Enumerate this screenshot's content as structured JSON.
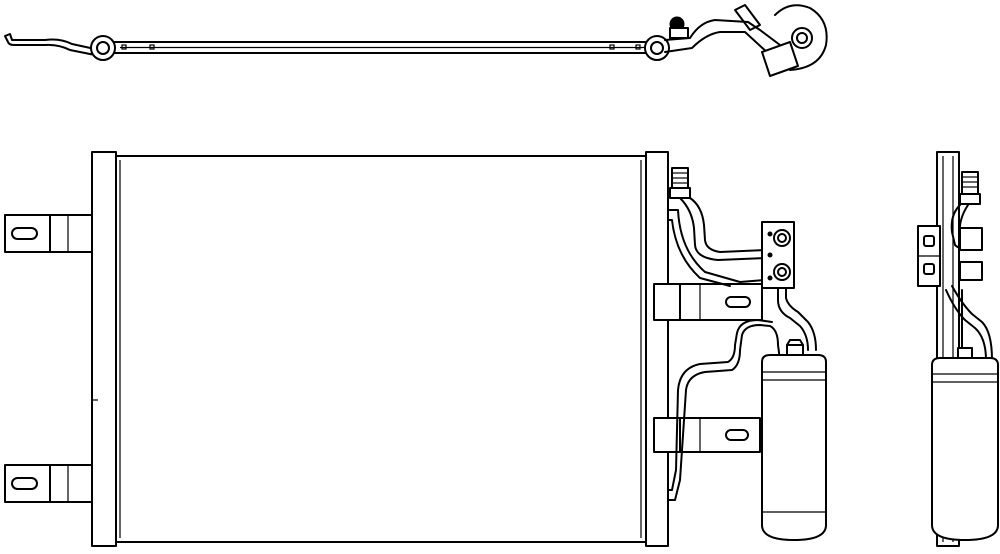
{
  "drawing": {
    "views": [
      "top-view",
      "front-view",
      "side-view"
    ],
    "line_color": "#000000",
    "background_color": "#ffffff"
  }
}
